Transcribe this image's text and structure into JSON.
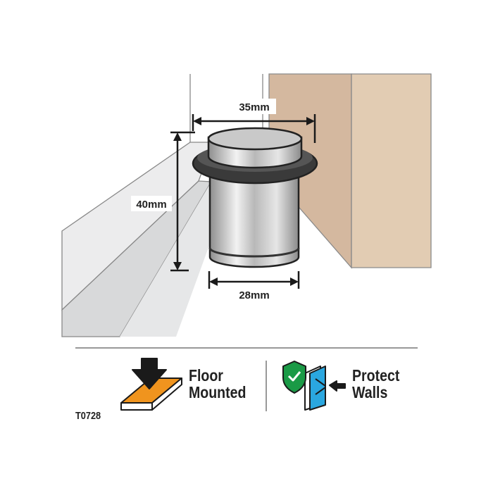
{
  "dimensions": {
    "top_diameter": "35mm",
    "height": "40mm",
    "base_diameter": "28mm"
  },
  "features": [
    {
      "icon": "floor-mount-icon",
      "line1": "Floor",
      "line2": "Mounted"
    },
    {
      "icon": "protect-walls-icon",
      "line1": "Protect",
      "line2": "Walls"
    }
  ],
  "product_code": "T0728",
  "colors": {
    "door_front": "#d4b89f",
    "door_side": "#e2ccb3",
    "rubber": "#333333",
    "floor_icon": "#f0941e",
    "shield": "#1a9a46",
    "wall_icon": "#2aa7e0"
  }
}
